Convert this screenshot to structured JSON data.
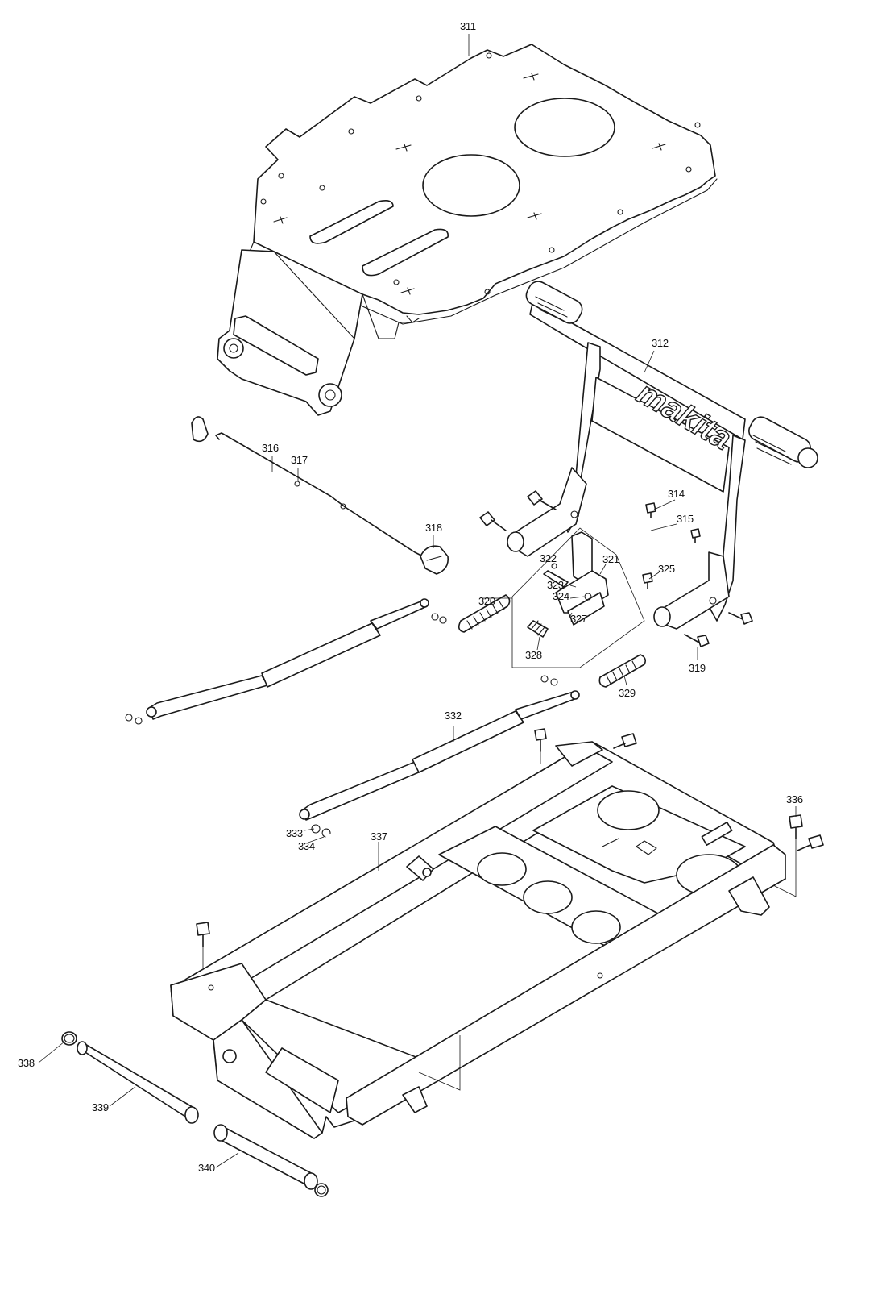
{
  "diagram": {
    "brand_logo": "makita",
    "callouts": [
      {
        "id": "311",
        "label": "311"
      },
      {
        "id": "312",
        "label": "312"
      },
      {
        "id": "314",
        "label": "314"
      },
      {
        "id": "315",
        "label": "315"
      },
      {
        "id": "316",
        "label": "316"
      },
      {
        "id": "317",
        "label": "317"
      },
      {
        "id": "318",
        "label": "318"
      },
      {
        "id": "319",
        "label": "319"
      },
      {
        "id": "320",
        "label": "320"
      },
      {
        "id": "321",
        "label": "321"
      },
      {
        "id": "322",
        "label": "322"
      },
      {
        "id": "323",
        "label": "323"
      },
      {
        "id": "324",
        "label": "324"
      },
      {
        "id": "325",
        "label": "325"
      },
      {
        "id": "327",
        "label": "327"
      },
      {
        "id": "328",
        "label": "328"
      },
      {
        "id": "329",
        "label": "329"
      },
      {
        "id": "332",
        "label": "332"
      },
      {
        "id": "333",
        "label": "333"
      },
      {
        "id": "334",
        "label": "334"
      },
      {
        "id": "336",
        "label": "336"
      },
      {
        "id": "337",
        "label": "337"
      },
      {
        "id": "338",
        "label": "338"
      },
      {
        "id": "339",
        "label": "339"
      },
      {
        "id": "340",
        "label": "340"
      }
    ]
  }
}
